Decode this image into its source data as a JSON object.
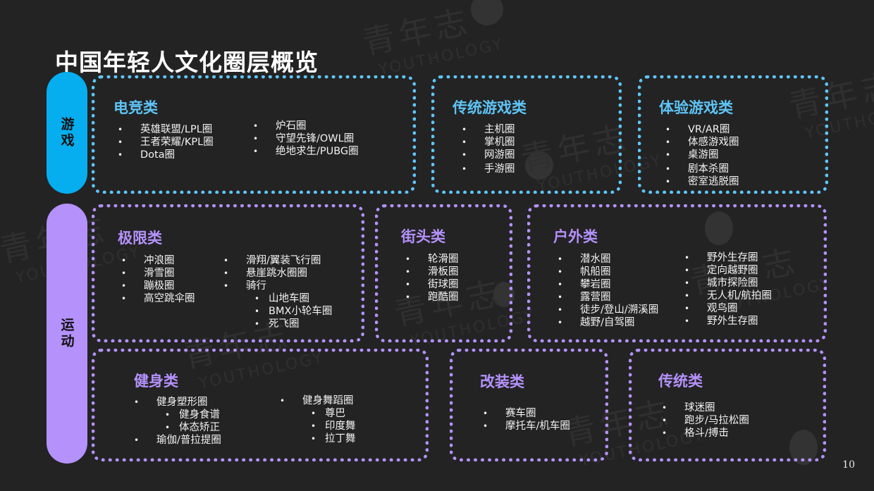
{
  "page": {
    "title": "中国年轻人文化圈层概览",
    "page_number": "10"
  },
  "watermark": {
    "cn": "青年志",
    "en": "YOUTHOLOGY"
  },
  "colors": {
    "background": "#232323",
    "games_accent": "#06aef0",
    "games_dots": "#5fc6f8",
    "sports_accent": "#b491fb"
  },
  "groups": {
    "games": {
      "label": "游戏"
    },
    "sports": {
      "label": "运动"
    }
  },
  "cards": {
    "esports": {
      "title": "电竞类",
      "col1": [
        "英雄联盟/LPL圈",
        "王者荣耀/KPL圈",
        "Dota圈"
      ],
      "col2": [
        "炉石圈",
        "守望先锋/OWL圈",
        "绝地求生/PUBG圈"
      ]
    },
    "traditional_games": {
      "title": "传统游戏类",
      "items": [
        "主机圈",
        "掌机圈",
        "网游圈",
        "手游圈"
      ]
    },
    "experience_games": {
      "title": "体验游戏类",
      "items": [
        "VR/AR圈",
        "体感游戏圈",
        "桌游圈",
        "剧本杀圈",
        "密室逃脱圈"
      ]
    },
    "extreme": {
      "title": "极限类",
      "col1": [
        "冲浪圈",
        "滑雪圈",
        "蹦极圈",
        "高空跳伞圈"
      ],
      "col2": [
        "滑翔/翼装飞行圈",
        "悬崖跳水圈圈",
        "骑行"
      ],
      "col2_sub": [
        "山地车圈",
        "BMX小轮车圈",
        "死飞圈"
      ]
    },
    "street": {
      "title": "街头类",
      "items": [
        "轮滑圈",
        "滑板圈",
        "街球圈",
        "跑酷圈"
      ]
    },
    "outdoor": {
      "title": "户外类",
      "col1": [
        "潜水圈",
        "帆船圈",
        "攀岩圈",
        "露营圈",
        "徒步/登山/溯溪圈",
        "越野/自驾圈"
      ],
      "col2": [
        "野外生存圈",
        "定向越野圈",
        "城市探险圈",
        "无人机/航拍圈",
        "观鸟圈",
        "野外生存圈"
      ]
    },
    "fitness": {
      "title": "健身类",
      "col1_a": "健身塑形圈",
      "col1_sub": [
        "健身食谱",
        "体态矫正"
      ],
      "col1_b": "瑜伽/普拉提圈",
      "col2_a": "健身舞蹈圈",
      "col2_sub": [
        "尊巴",
        "印度舞",
        "拉丁舞"
      ]
    },
    "modding": {
      "title": "改装类",
      "items": [
        "赛车圈",
        "摩托车/机车圈"
      ]
    },
    "traditional_sports": {
      "title": "传统类",
      "items": [
        "球迷圈",
        "跑步/马拉松圈",
        "格斗/搏击"
      ]
    }
  }
}
